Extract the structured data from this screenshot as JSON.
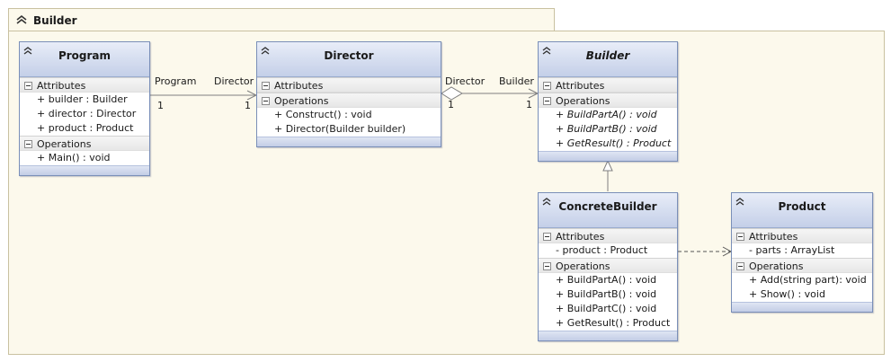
{
  "package": {
    "name": "Builder"
  },
  "classes": {
    "program": {
      "name": "Program",
      "attributes_label": "Attributes",
      "attributes": [
        "+ builder : Builder",
        "+ director : Director",
        "+ product : Product"
      ],
      "operations_label": "Operations",
      "operations": [
        "+ Main() : void"
      ]
    },
    "director": {
      "name": "Director",
      "attributes_label": "Attributes",
      "attributes": [],
      "operations_label": "Operations",
      "operations": [
        "+ Construct() : void",
        "+ Director(Builder builder)"
      ]
    },
    "builder": {
      "name": "Builder",
      "attributes_label": "Attributes",
      "attributes": [],
      "operations_label": "Operations",
      "operations": [
        "+ BuildPartA() : void",
        "+ BuildPartB() : void",
        "+ GetResult() : Product"
      ]
    },
    "concrete_builder": {
      "name": "ConcreteBuilder",
      "attributes_label": "Attributes",
      "attributes": [
        "- product : Product"
      ],
      "operations_label": "Operations",
      "operations": [
        "+ BuildPartA() : void",
        "+ BuildPartB() : void",
        "+ BuildPartC() : void",
        "+ GetResult() : Product"
      ]
    },
    "product": {
      "name": "Product",
      "attributes_label": "Attributes",
      "attributes": [
        "- parts : ArrayList"
      ],
      "operations_label": "Operations",
      "operations": [
        "+ Add(string part): void",
        "+ Show() : void"
      ]
    }
  },
  "associations": {
    "program_director": {
      "source_role": "Program",
      "source_mult": "1",
      "target_role": "Director",
      "target_mult": "1"
    },
    "director_builder": {
      "source_role": "Director",
      "source_mult": "1",
      "target_role": "Builder",
      "target_mult": "1"
    }
  }
}
